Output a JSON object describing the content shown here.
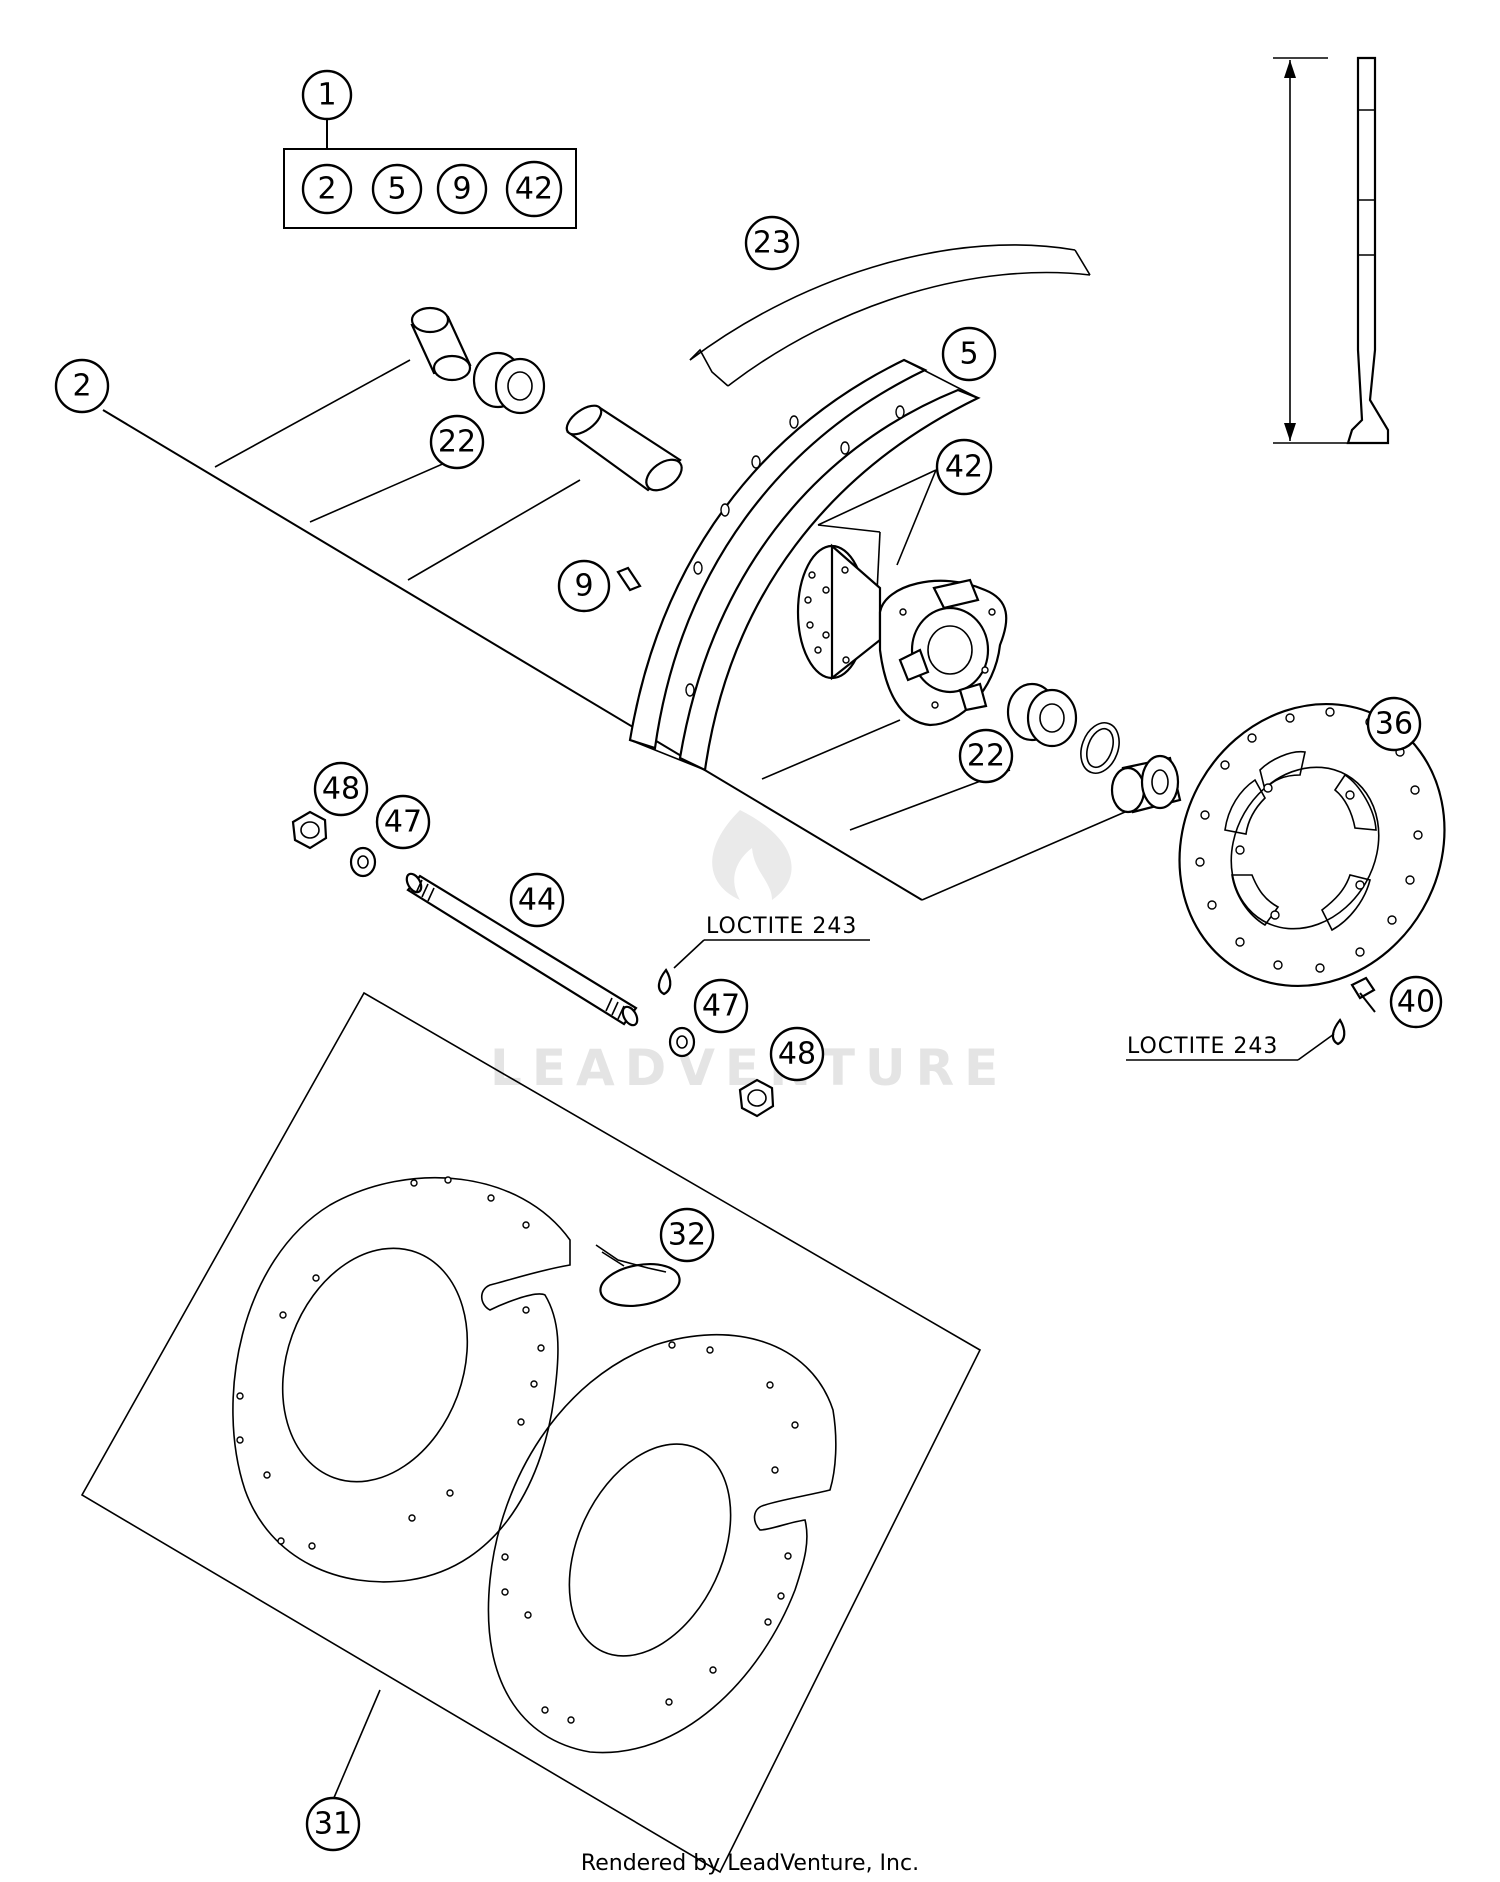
{
  "kit": {
    "main": "1",
    "contents": [
      "2",
      "5",
      "9",
      "42"
    ]
  },
  "callouts": {
    "axle_spacer_left": "2",
    "rim_band": "23",
    "rim": "5",
    "spokes": "42",
    "bearing_left": "22",
    "nipple": "9",
    "bearing_right": "22",
    "brake_disc": "36",
    "disc_bolt": "40",
    "axle_nut_left": "48",
    "washer_left": "47",
    "axle": "44",
    "washer_right": "47",
    "axle_nut_right": "48",
    "cable_tie": "32",
    "disc_guard": "31"
  },
  "notes": {
    "loctite_axle": "LOCTITE 243",
    "loctite_disc": "LOCTITE 243"
  },
  "watermark": "LEADVENTURE",
  "footer": "Rendered by LeadVenture, Inc."
}
